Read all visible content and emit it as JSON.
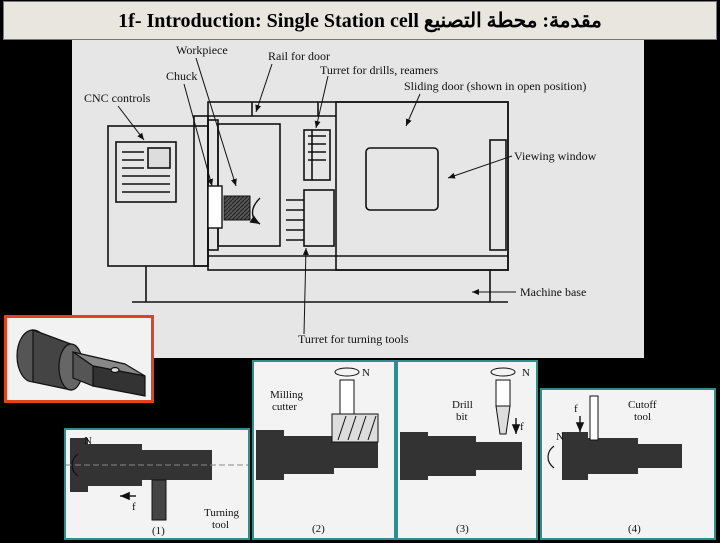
{
  "title": "1f- Introduction: Single Station cell مقدمة: محطة التصنيع",
  "main_diagram": {
    "labels": {
      "workpiece": "Workpiece",
      "rail": "Rail for door",
      "chuck": "Chuck",
      "turret_drills": "Turret for drills, reamers",
      "sliding_door": "Sliding door (shown in open position)",
      "cnc_controls": "CNC controls",
      "viewing_window": "Viewing window",
      "machine_base": "Machine base",
      "turret_turning": "Turret for turning tools"
    }
  },
  "operations": [
    {
      "number": "(1)",
      "speed": "N",
      "feed": "f",
      "tool": "Turning",
      "tool2": "tool"
    },
    {
      "number": "(2)",
      "speed": "N",
      "tool": "Milling",
      "tool2": "cutter"
    },
    {
      "number": "(3)",
      "speed": "N",
      "feed": "f",
      "tool": "Drill",
      "tool2": "bit"
    },
    {
      "number": "(4)",
      "speed": "N",
      "feed": "f",
      "tool": "Cutoff",
      "tool2": "tool"
    }
  ],
  "colors": {
    "frame_accent": "#e2421d",
    "op_border": "#2b8f8b"
  }
}
